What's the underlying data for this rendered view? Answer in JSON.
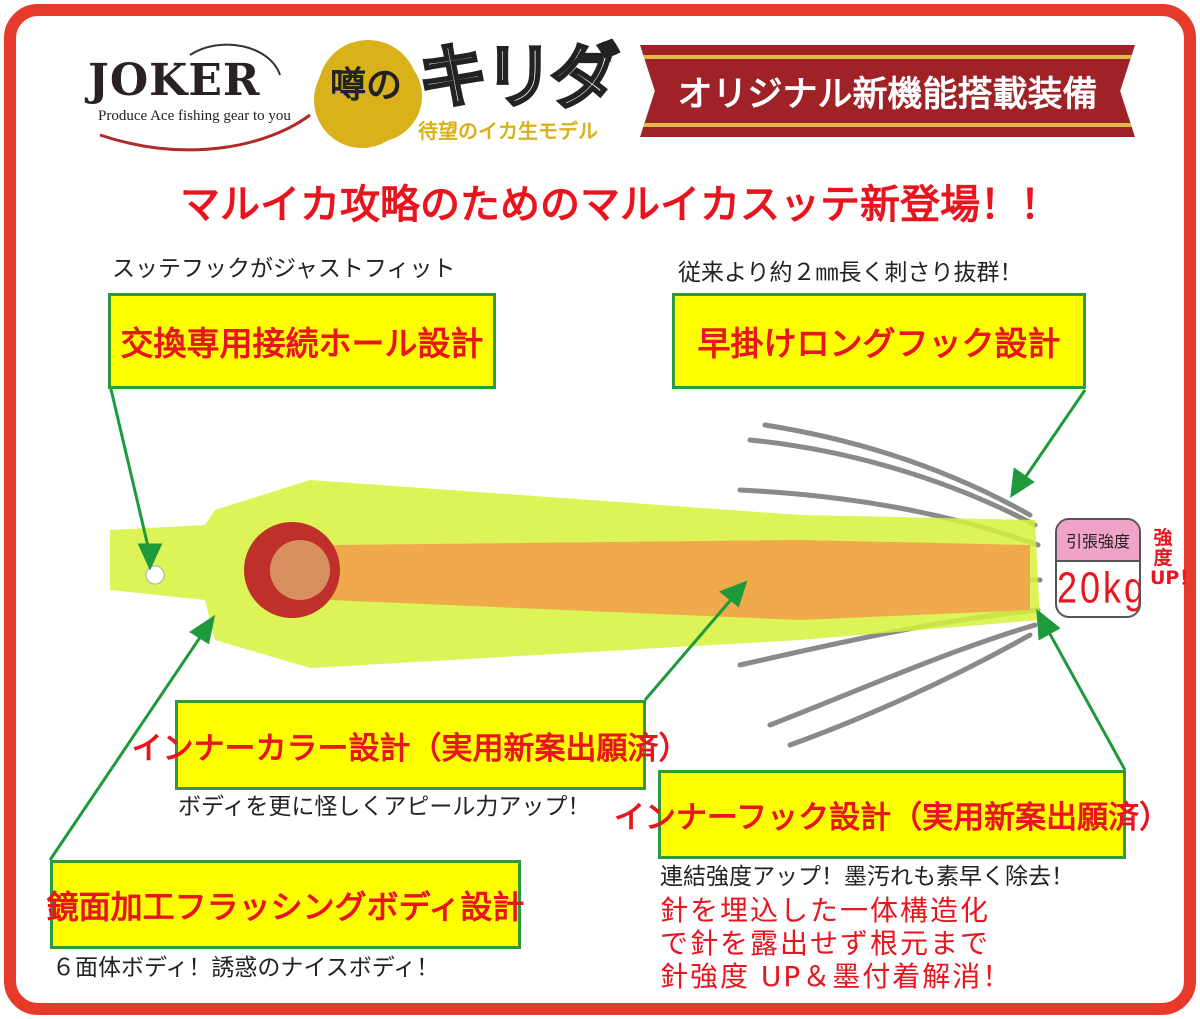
{
  "logos": {
    "joker": "JOKER",
    "joker_tagline": "Produce Ace fishing gear  to you",
    "model_prefix": "噂の",
    "model_name": "キリダ",
    "model_tagline": "待望のイカ生モデル"
  },
  "banner": "オリジナル新機能搭載装備",
  "headline": "マルイカ攻略のためのマルイカスッテ新登場！！",
  "features": [
    {
      "title": "交換専用接続ホール設計",
      "caption": "スッテフックがジャストフィット"
    },
    {
      "title": "早掛けロングフック設計",
      "caption": "従来より約２㎜長く刺さり抜群！"
    },
    {
      "title": "インナーカラー設計（実用新案出願済）",
      "caption": "ボディを更に怪しくアピール力アップ！"
    },
    {
      "title": "インナーフック設計（実用新案出願済）",
      "caption": "連結強度アップ！墨汚れも素早く除去！"
    },
    {
      "title": "鏡面加工フラッシングボディ設計",
      "caption": "６面体ボディ！誘惑のナイスボディ！"
    }
  ],
  "inner_hook_notes": [
    "針を埋込した一体構造化",
    "で針を露出せず根元まで",
    "針強度 UP＆墨付着解消！"
  ],
  "tension": {
    "label": "引張強度",
    "value": "20kg",
    "note": "強度UP！"
  },
  "colors": {
    "frame": "#e63a2b",
    "accent_red": "#e8141e",
    "box_fill": "#ffff00",
    "box_border": "#2a9a3a",
    "banner": "#9e2226"
  }
}
